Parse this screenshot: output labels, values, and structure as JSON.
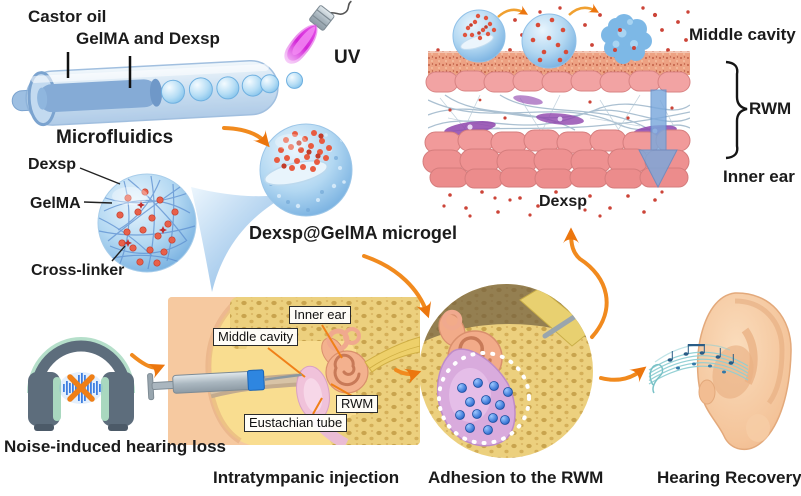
{
  "colors": {
    "arrow_orange": "#ee7d12",
    "microgel_blue": "#7db4e2",
    "dexsp_red": "#d84b38",
    "membrane_pink": "#f2a3a3",
    "uv_magenta": "#d633d6",
    "headphone_slate": "#5d6d7c",
    "headphone_mint": "#a9d8bf",
    "bone_tan": "#ecd07e",
    "bead_blue": "#2f6fd0",
    "music_teal": "#8fd0d4"
  },
  "fabrication": {
    "castor_oil": "Castor oil",
    "gelma_dexsp": "GelMA and Dexsp",
    "uv": "UV",
    "microfluidics": "Microfluidics"
  },
  "microgel_composition": {
    "dexsp": "Dexsp",
    "gelma": "GelMA",
    "cross_linker": "Cross-linker",
    "product": "Dexsp@GelMA microgel"
  },
  "rwm_permeation": {
    "middle_cavity": "Middle cavity",
    "rwm": "RWM",
    "inner_ear": "Inner ear",
    "dexsp": "Dexsp"
  },
  "treatment_flow": {
    "noise_caption": "Noise-induced hearing loss",
    "injection": {
      "inner_ear": "Inner ear",
      "middle_cavity": "Middle cavity",
      "rwm": "RWM",
      "eustachian_tube": "Eustachian tube",
      "caption": "Intratympanic injection"
    },
    "adhesion_caption": "Adhesion to the RWM",
    "recovery_caption": "Hearing Recovery"
  }
}
